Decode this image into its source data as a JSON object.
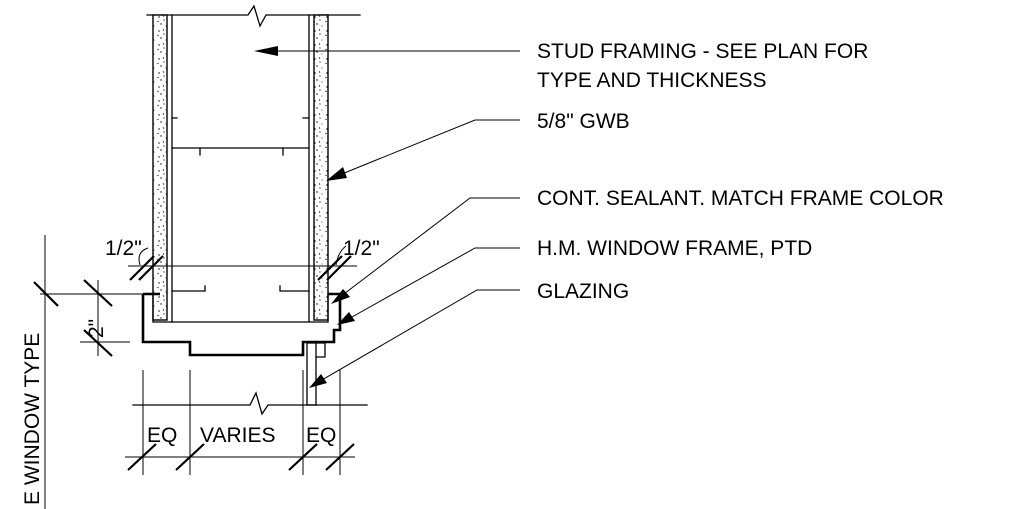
{
  "callouts": {
    "stud_framing_line1": "STUD FRAMING - SEE PLAN FOR",
    "stud_framing_line2": "TYPE AND THICKNESS",
    "gwb": "5/8\" GWB",
    "sealant": "CONT. SEALANT. MATCH FRAME COLOR",
    "window_frame": "H.M. WINDOW FRAME, PTD",
    "glazing": "GLAZING"
  },
  "dimensions": {
    "left_gap": "1/2\"",
    "right_gap": "1/2\"",
    "head_height": "2\"",
    "eq_left": "EQ",
    "varies": "VARIES",
    "eq_right": "EQ"
  },
  "vertical_note": "E WINDOW TYPE"
}
